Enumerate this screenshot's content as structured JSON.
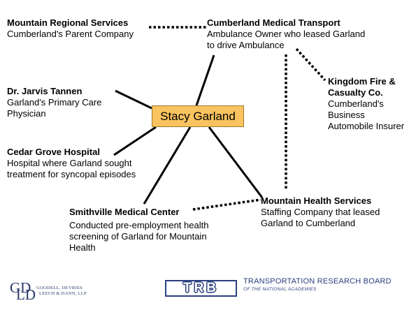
{
  "center": {
    "label": "Stacy Garland"
  },
  "nodes": {
    "mountain_regional": {
      "name": "Mountain Regional Services",
      "desc": [
        "Cumberland's Parent Company"
      ]
    },
    "cumberland_medical": {
      "name": "Cumberland Medical Transport",
      "desc": [
        "Ambulance Owner who leased Garland",
        "to drive Ambulance"
      ]
    },
    "kingdom_fire": {
      "name": "Kingdom Fire &",
      "name2": "Casualty Co.",
      "desc": [
        "Cumberland's",
        "Business",
        "Automobile Insurer"
      ]
    },
    "dr_tannen": {
      "name": "Dr. Jarvis Tannen",
      "desc": [
        "Garland's Primary Care",
        "Physician"
      ]
    },
    "cedar_grove": {
      "name": "Cedar Grove Hospital",
      "desc": [
        "Hospital where Garland sought",
        "treatment for syncopal episodes"
      ]
    },
    "smithville": {
      "name": "Smithville Medical Center",
      "desc": [
        "Conducted pre-employment health",
        "screening of Garland for Mountain",
        "Health"
      ]
    },
    "mountain_health": {
      "name": "Mountain Health Services",
      "desc": [
        "Staffing Company that leased",
        "Garland to Cumberland"
      ]
    }
  },
  "links": {
    "solid": [
      "center-cumberland_medical",
      "center-dr_tannen",
      "center-cedar_grove",
      "center-smithville",
      "center-mountain_health"
    ],
    "dotted": [
      "mountain_regional-cumberland_medical",
      "cumberland_medical-kingdom_fire",
      "cumberland_medical-mountain_health",
      "smithville-mountain_health"
    ]
  },
  "logos": {
    "law_firm": {
      "monogram_top": "GD",
      "monogram_bottom": "LD",
      "line1": "GOODELL, DEVRIES",
      "line2": "LEECH & DANN, LLP"
    },
    "trb": {
      "badge": "TRB",
      "name": "TRANSPORTATION RESEARCH BOARD",
      "sub": "OF THE NATIONAL ACADEMIES"
    }
  },
  "colors": {
    "center_fill": "#f9c35f",
    "logo_navy": "#2a3f7e"
  }
}
